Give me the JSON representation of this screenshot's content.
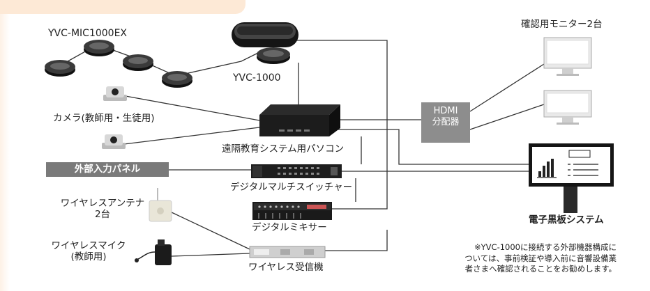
{
  "labels": {
    "mic_ext": "YVC-MIC1000EX",
    "yvc1000": "YVC-1000",
    "camera": "カメラ(教師用・生徒用)",
    "pc": "遠隔教育システム用パソコン",
    "panel": "外部入力パネル",
    "switcher": "デジタルマルチスイッチャー",
    "antenna_l1": "ワイヤレスアンテナ",
    "antenna_l2": "2台",
    "mixer": "デジタルミキサー",
    "mic_l1": "ワイヤレスマイク",
    "mic_l2": "(教師用)",
    "receiver": "ワイヤレス受信機",
    "monitors": "確認用モニター2台",
    "hdmi_l1": "HDMI",
    "hdmi_l2": "分配器",
    "whiteboard": "電子黒板システム"
  },
  "note": {
    "line1": "※YVC-1000に接続する外部機器構成に",
    "line2": "ついては、事前検証や導入前に音響設備業",
    "line3": "者さまへ確認されることをお勧めします。"
  },
  "colors": {
    "wire": "#333333",
    "device_dark": "#1e1e1e",
    "panel_gray": "#7a7a7a",
    "hdmi_gray": "#8d8d8d",
    "tab_peach": "#fde9d6"
  }
}
